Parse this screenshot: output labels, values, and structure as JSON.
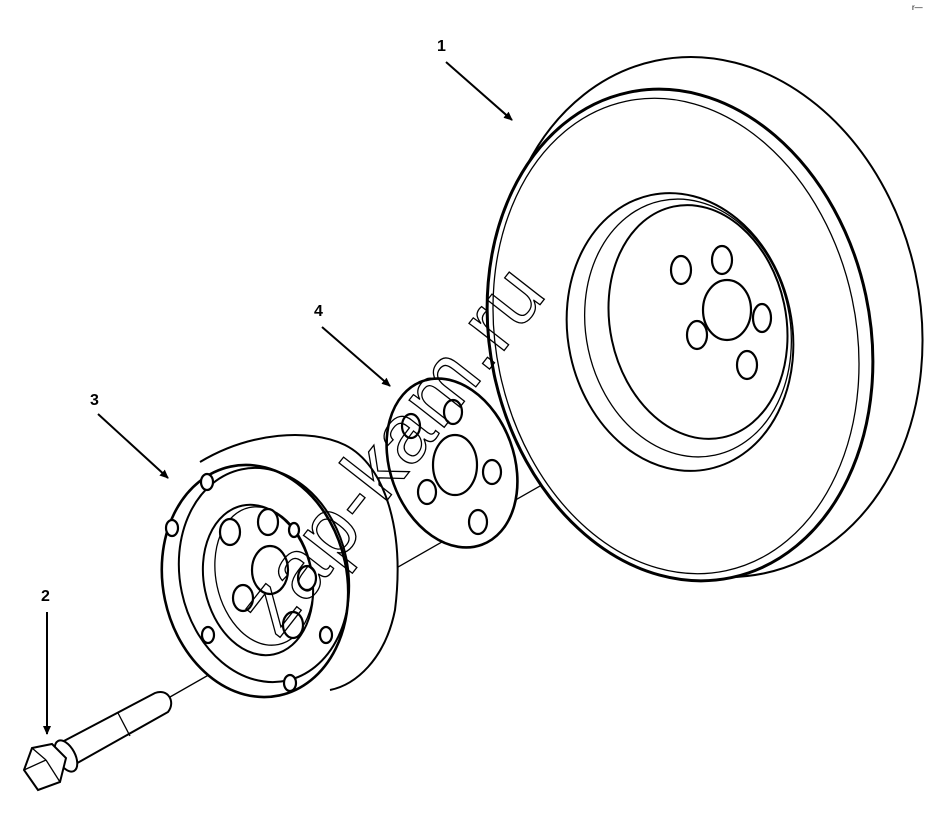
{
  "parts": [
    {
      "id": "1",
      "label": "1",
      "name": "damper-pulley"
    },
    {
      "id": "2",
      "label": "2",
      "name": "bolt"
    },
    {
      "id": "3",
      "label": "3",
      "name": "hub-adapter"
    },
    {
      "id": "4",
      "label": "4",
      "name": "spacer-plate"
    }
  ],
  "watermark": "zap-kam.ru",
  "corner_mark": "r—"
}
